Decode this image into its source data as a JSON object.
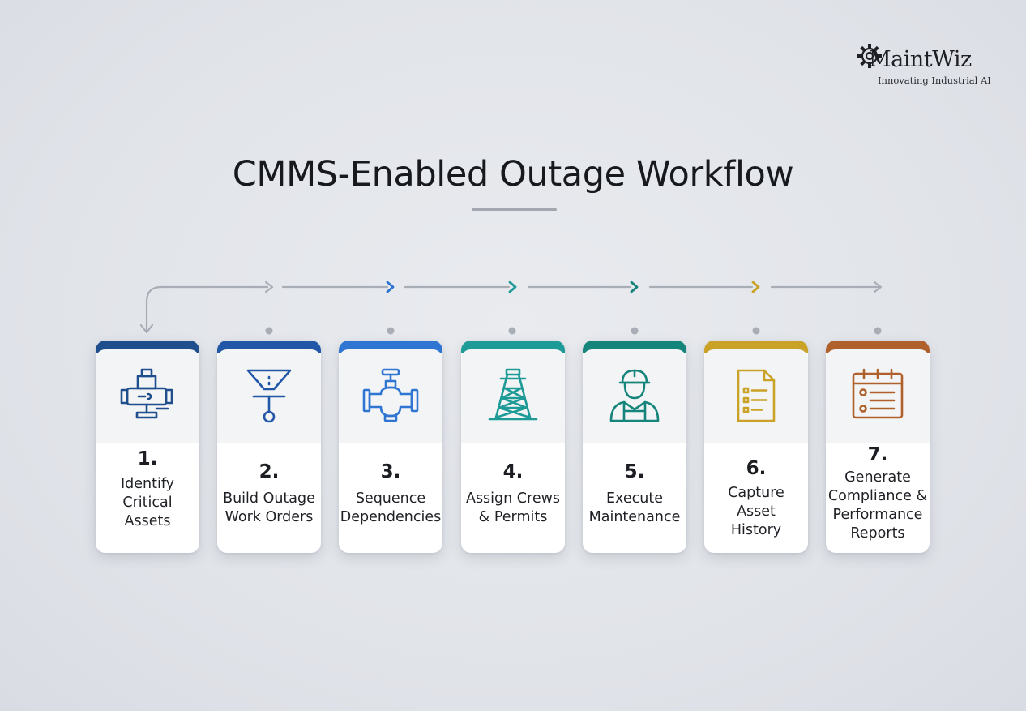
{
  "logo": {
    "name": "MaintWiz",
    "tagline": "Innovating Industrial AI"
  },
  "title": "CMMS-Enabled Outage Workflow",
  "steps": [
    {
      "number": "1.",
      "lines": [
        "Identify",
        "Critical",
        "Assets"
      ],
      "icon": "industrial-valve-icon",
      "color": "#1f4e8c"
    },
    {
      "number": "2.",
      "lines": [
        "Build Outage",
        "Work Orders"
      ],
      "icon": "funnel-icon",
      "color": "#2257a8"
    },
    {
      "number": "3.",
      "lines": [
        "Sequence",
        "Dependencies"
      ],
      "icon": "pipe-valve-icon",
      "color": "#2f76d2"
    },
    {
      "number": "4.",
      "lines": [
        "Assign Crews",
        "& Permits"
      ],
      "icon": "derrick-tower-icon",
      "color": "#1e9a97"
    },
    {
      "number": "5.",
      "lines": [
        "Execute",
        "Maintenance"
      ],
      "icon": "worker-icon",
      "color": "#15847a"
    },
    {
      "number": "6.",
      "lines": [
        "Capture",
        "Asset",
        "History"
      ],
      "icon": "document-icon",
      "color": "#c9a227"
    },
    {
      "number": "7.",
      "lines": [
        "Generate",
        "Compliance &",
        "Performance",
        "Reports"
      ],
      "icon": "report-board-icon",
      "color": "#b0602a"
    }
  ]
}
